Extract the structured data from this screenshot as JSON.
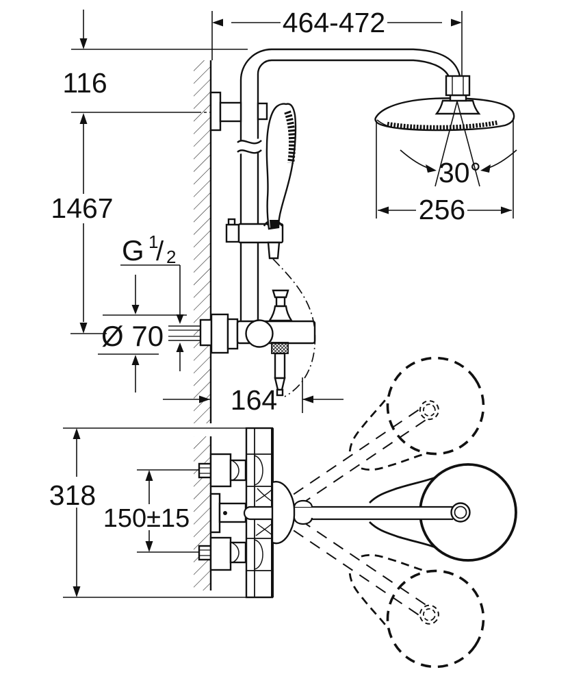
{
  "page": {
    "background": "#ffffff",
    "ink": "#111111"
  },
  "drawing": {
    "kind": "technical dimension drawing",
    "subject": "wall-mounted shower system with thermostatic mixer, hand shower, shower rail and swivelling head shower; side elevation above and plan view below",
    "views": {
      "side_elevation": "side elevation",
      "plan_view": "plan view"
    },
    "dimensions": {
      "arm_width_range": "464-472",
      "arm_top_offset": "116",
      "rail_height": "1467",
      "thread_g": "G",
      "thread_numerator": "1",
      "thread_slash": "/",
      "thread_denominator": "2",
      "rosette_diameter": "Ø 70",
      "valve_depth": "164",
      "head_tilt_angle": "30°",
      "head_diameter": "256",
      "valve_body_height": "318",
      "connection_spacing": "150±15"
    }
  }
}
